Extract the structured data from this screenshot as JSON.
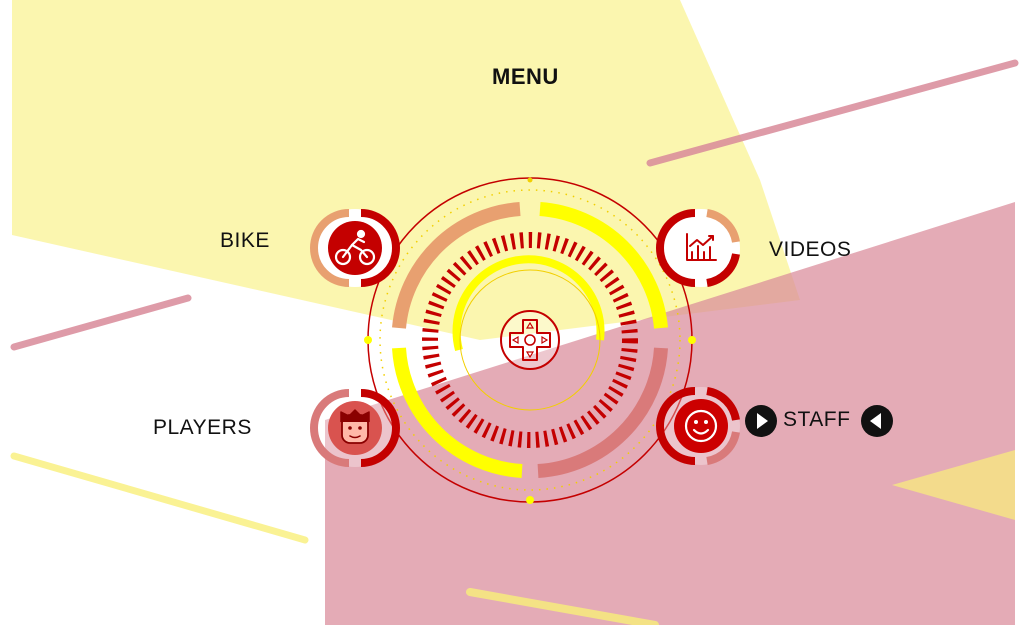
{
  "menu": {
    "title": "MENU",
    "items": [
      {
        "id": "bike",
        "label": "BIKE",
        "icon": "cyclist-icon"
      },
      {
        "id": "videos",
        "label": "VIDEOS",
        "icon": "chart-icon"
      },
      {
        "id": "players",
        "label": "PLAYERS",
        "icon": "player-face-icon"
      },
      {
        "id": "staff",
        "label": "STAFF",
        "icon": "smiley-icon",
        "selected": true
      }
    ],
    "center_icon": "dpad-icon"
  },
  "colors": {
    "dark_red": "#c40000",
    "yellow": "#ffff00",
    "peach": "#e8a070",
    "pink_band": "#d98a9a",
    "yellow_band": "#f9f07a",
    "pale_red": "#d97a7a"
  }
}
